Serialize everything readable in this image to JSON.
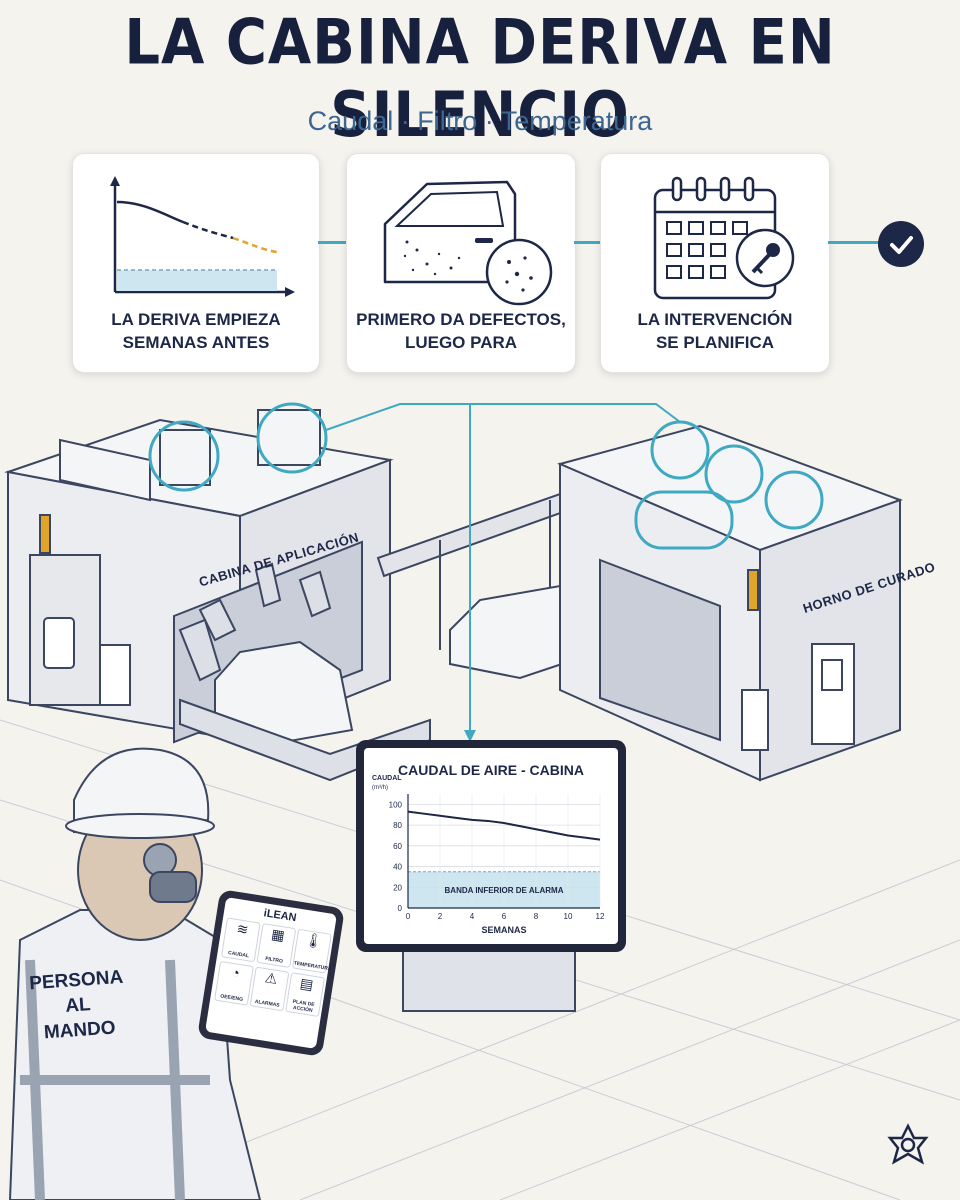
{
  "header": {
    "title": "LA CABINA DERIVA EN SILENCIO",
    "subtitle": "Caudal · Filtro · Temperatura"
  },
  "steps": [
    {
      "label": "LA DERIVA EMPIEZA\nSEMANAS ANTES",
      "icon": "drift-chart-icon"
    },
    {
      "label": "PRIMERO DA DEFECTOS,\nLUEGO PARA",
      "icon": "car-door-defects-icon"
    },
    {
      "label": "LA INTERVENCIÓN\nSE PLANIFICA",
      "icon": "calendar-key-icon"
    }
  ],
  "scene": {
    "booth_label": "CABINA DE APLICACIÓN",
    "oven_label": "HORNO DE CURADO",
    "operator_label": "PERSONA\nAL MANDO"
  },
  "monitor": {
    "title": "CAUDAL DE AIRE - CABINA",
    "ylabel": "CAUDAL",
    "yunit": "(m³/h)",
    "xlabel": "SEMANAS",
    "band_label": "BANDA INFERIOR DE ALARMA"
  },
  "chart_data": {
    "type": "line",
    "title": "CAUDAL DE AIRE - CABINA",
    "xlabel": "SEMANAS",
    "ylabel": "CAUDAL (m³/h)",
    "x": [
      0,
      1,
      2,
      3,
      4,
      5,
      6,
      7,
      8,
      9,
      10,
      11,
      12
    ],
    "series": [
      {
        "values": [
          93,
          91,
          89,
          87,
          85,
          84,
          82,
          79,
          76,
          73,
          70,
          68,
          66
        ]
      }
    ],
    "xticks": [
      0,
      2,
      4,
      6,
      8,
      10,
      12
    ],
    "yticks": [
      0,
      20,
      40,
      60,
      80,
      100
    ],
    "xlim": [
      0,
      12
    ],
    "ylim": [
      0,
      110
    ],
    "alarm_band": [
      0,
      35
    ],
    "grid": true,
    "colors": {
      "line": "#1d2747",
      "band": "#cde6ef"
    }
  },
  "tablet": {
    "brand": "iLEAN",
    "items": [
      "CAUDAL",
      "FILTRO",
      "TEMPERATURA",
      "OEE/ENG",
      "ALARMAS",
      "PLAN DE ACCIÓN"
    ]
  },
  "colors": {
    "accent": "#3fa9c4",
    "navy": "#1d2747",
    "subtitle": "#3d6690",
    "warning": "#e0a42a"
  }
}
